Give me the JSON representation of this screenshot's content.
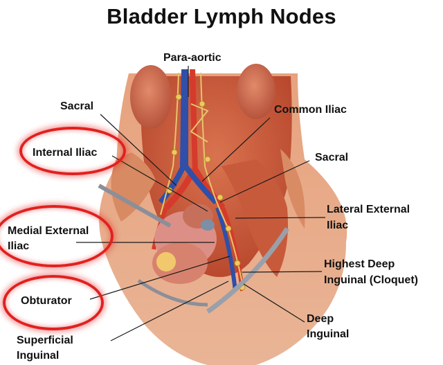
{
  "title": "Bladder Lymph Nodes",
  "labels": {
    "para_aortic": "Para-aortic",
    "sacral_left": "Sacral",
    "common_iliac": "Common Iliac",
    "internal_iliac": "Internal Iliac",
    "sacral_right": "Sacral",
    "lateral_external_iliac_1": "Lateral External",
    "lateral_external_iliac_2": "Iliac",
    "medial_external_iliac_1": "Medial External",
    "medial_external_iliac_2": "Iliac",
    "highest_deep_inguinal_1": "Highest Deep",
    "highest_deep_inguinal_2": "Inguinal (Cloquet)",
    "obturator": "Obturator",
    "deep_inguinal_1": "Deep",
    "deep_inguinal_2": "Inguinal",
    "superficial_inguinal_1": "Superficial",
    "superficial_inguinal_2": "Inguinal"
  },
  "highlighted": [
    "Internal Iliac",
    "Medial External Iliac",
    "Obturator"
  ],
  "colors": {
    "highlight_ring": "#e0211f",
    "label_text": "#111111",
    "leader_line": "#1a1a1a"
  }
}
